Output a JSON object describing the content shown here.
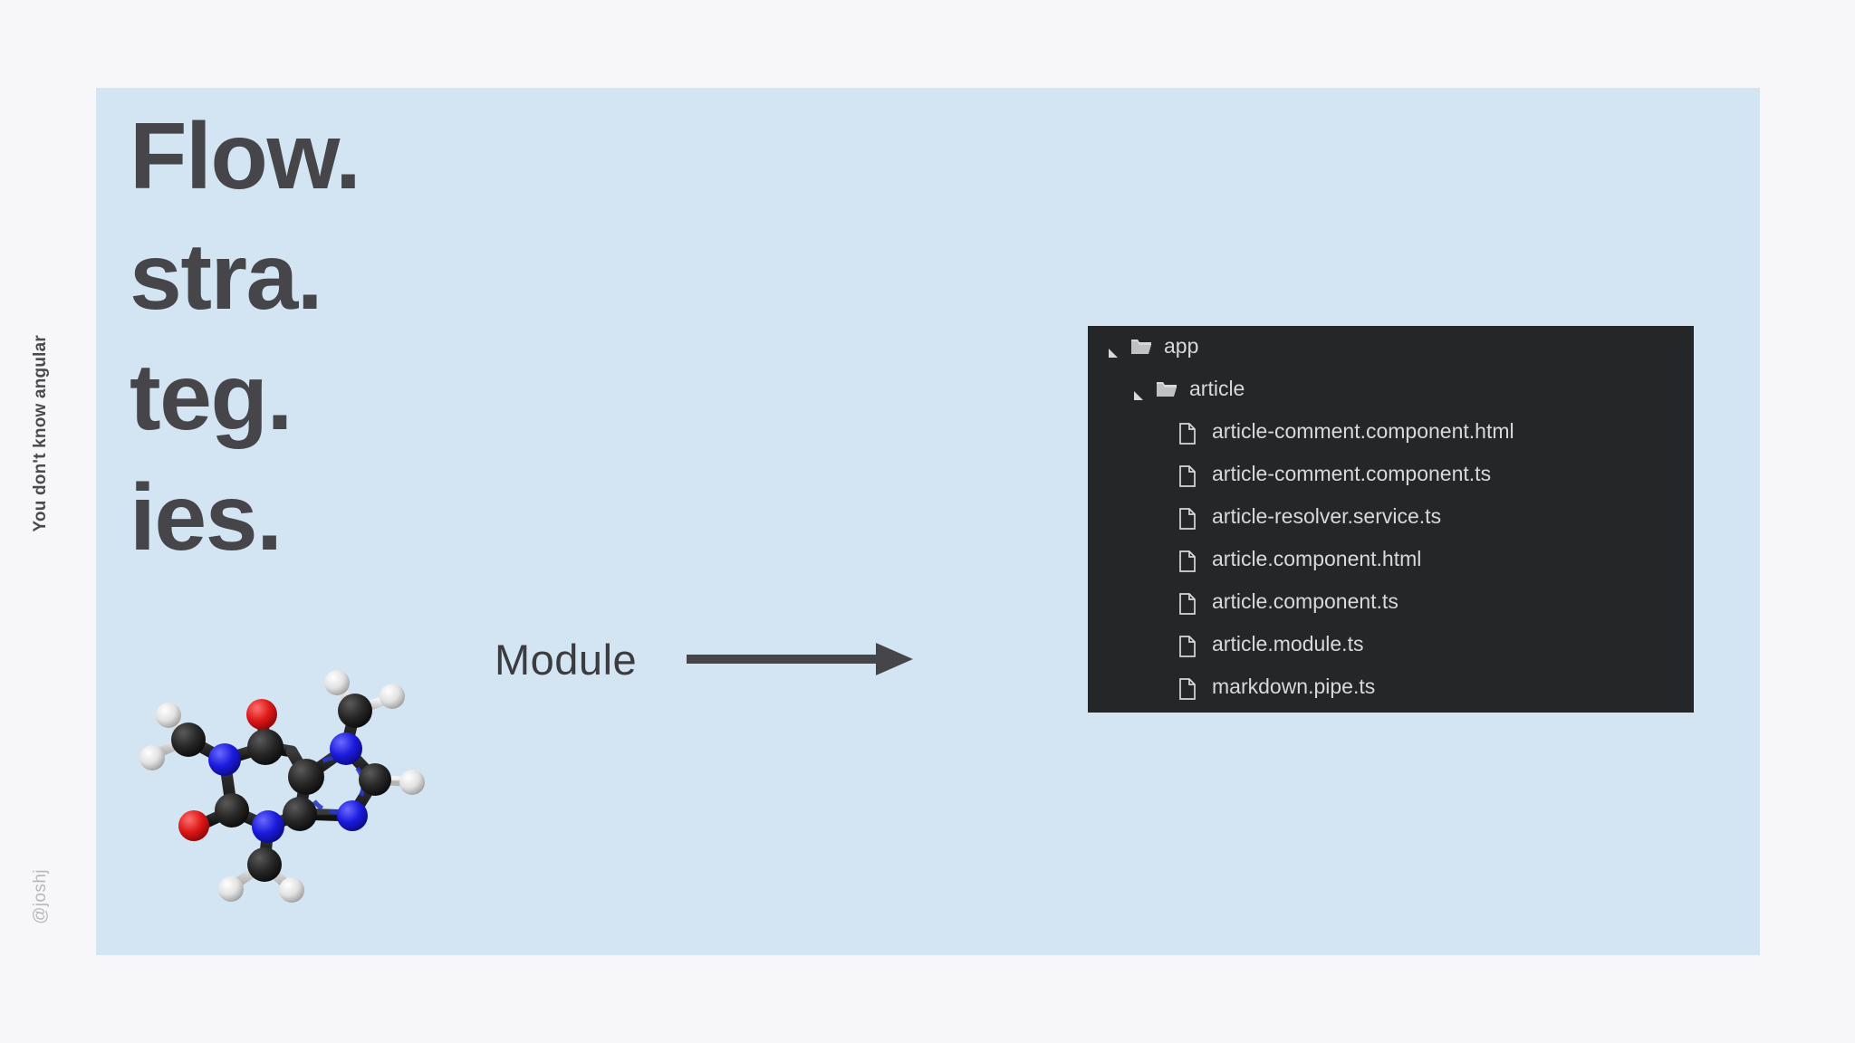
{
  "deck": {
    "title_vertical": "You don't know angular",
    "handle_vertical": "@joshj",
    "page_background": "#f7f6f8"
  },
  "slide": {
    "background": "#d3e4f3",
    "headline_lines": [
      "Flow.",
      "stra.",
      "teg.",
      "ies."
    ],
    "headline_color": "#46464a",
    "callout": {
      "label": "Module",
      "arrow_direction": "right",
      "arrow_color": "#46464a"
    },
    "molecule": {
      "name": "caffeine-molecule",
      "atom_colors": {
        "carbon": "#1d1d1d",
        "nitrogen": "#1414d8",
        "oxygen": "#d81414",
        "hydrogen": "#e8e8e8"
      }
    }
  },
  "file_tree": {
    "background": "#252627",
    "text_color": "#d8d9da",
    "rows": [
      {
        "label": "app",
        "type": "folder",
        "depth": 0,
        "expanded": true
      },
      {
        "label": "article",
        "type": "folder",
        "depth": 1,
        "expanded": true
      },
      {
        "label": "article-comment.component.html",
        "type": "file",
        "depth": 2
      },
      {
        "label": "article-comment.component.ts",
        "type": "file",
        "depth": 2
      },
      {
        "label": "article-resolver.service.ts",
        "type": "file",
        "depth": 2
      },
      {
        "label": "article.component.html",
        "type": "file",
        "depth": 2
      },
      {
        "label": "article.component.ts",
        "type": "file",
        "depth": 2
      },
      {
        "label": "article.module.ts",
        "type": "file",
        "depth": 2
      },
      {
        "label": "markdown.pipe.ts",
        "type": "file",
        "depth": 2
      }
    ]
  }
}
